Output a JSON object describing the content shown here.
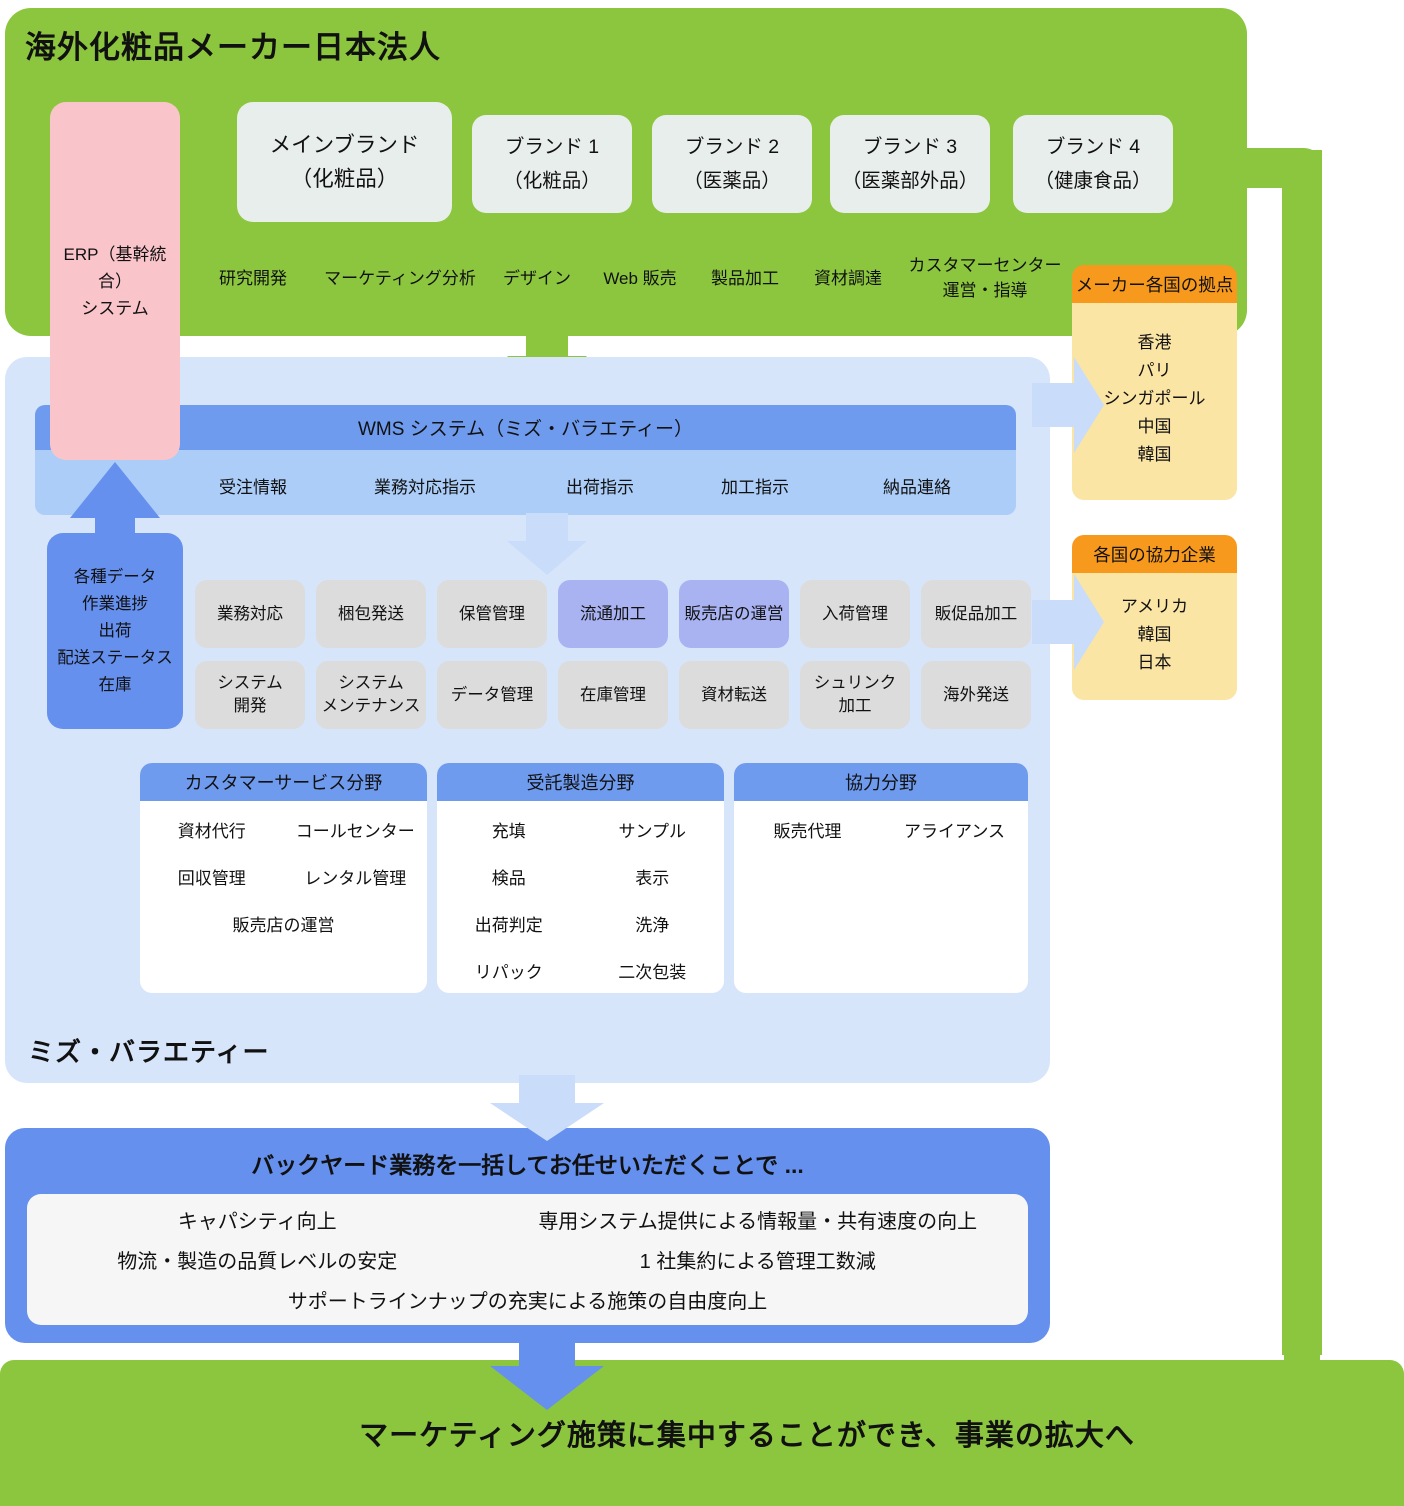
{
  "company": {
    "title": "海外化粧品メーカー日本法人",
    "erp_system": "ERP（基幹統合）\nシステム",
    "brands": [
      {
        "name": "メインブランド",
        "category": "（化粧品）"
      },
      {
        "name": "ブランド 1",
        "category": "（化粧品）"
      },
      {
        "name": "ブランド 2",
        "category": "（医薬品）"
      },
      {
        "name": "ブランド 3",
        "category": "（医薬部外品）"
      },
      {
        "name": "ブランド 4",
        "category": "（健康食品）"
      }
    ],
    "functions": [
      "研究開発",
      "マーケティング分析",
      "デザイン",
      "Web 販売",
      "製品加工",
      "資材調達",
      "カスタマーセンター\n運営・指導"
    ]
  },
  "wms": {
    "title": "WMS システム（ミズ・バラエティー）",
    "flows": [
      "受注情報",
      "業務対応指示",
      "出荷指示",
      "加工指示",
      "納品連絡"
    ]
  },
  "data_box": "各種データ\n作業進捗\n出荷\n配送ステータス\n在庫",
  "grid": {
    "row1": [
      "業務対応",
      "梱包発送",
      "保管管理",
      "流通加工",
      "販売店の運営",
      "入荷管理",
      "販促品加工"
    ],
    "row2": [
      "システム\n開発",
      "システム\nメンテナンス",
      "データ管理",
      "在庫管理",
      "資材転送",
      "シュリンク\n加工",
      "海外発送"
    ]
  },
  "sections": [
    {
      "title": "カスタマーサービス分野",
      "rows": [
        [
          "資材代行",
          "コールセンター"
        ],
        [
          "回収管理",
          "レンタル管理"
        ],
        [
          "販売店の運営"
        ]
      ]
    },
    {
      "title": "受託製造分野",
      "rows": [
        [
          "充填",
          "サンプル"
        ],
        [
          "検品",
          "表示"
        ],
        [
          "出荷判定",
          "洗浄"
        ],
        [
          "リパック",
          "二次包装"
        ]
      ]
    },
    {
      "title": "協力分野",
      "rows": [
        [
          "販売代理",
          "アライアンス"
        ]
      ]
    }
  ],
  "bases": [
    {
      "title": "メーカー各国の拠点",
      "items": [
        "香港",
        "パリ",
        "シンガポール",
        "中国",
        "韓国"
      ]
    },
    {
      "title": "各国の協力企業",
      "items": [
        "アメリカ",
        "韓国",
        "日本"
      ]
    }
  ],
  "mizu_label": "ミズ・バラエティー",
  "promo": {
    "title": "バックヤード業務を一括してお任せいただくことで ...",
    "benefits_row1": [
      "キャパシティ向上",
      "専用システム提供による情報量・共有速度の向上"
    ],
    "benefits_row2": [
      "物流・製造の品質レベルの安定",
      "1 社集約による管理工数減"
    ],
    "benefits_row3": [
      "サポートラインナップの充実による施策の自由度向上"
    ]
  },
  "footer": "マーケティング施策に集中することができ、事業の拡大へ",
  "colors": {
    "green": "#8cc63f",
    "panel_blue": "#d6e5fa",
    "band_blue": "#abcdf8",
    "header_blue": "#6f9bef",
    "mid_blue": "#6590ee",
    "light_arrow_blue": "#c9dcf9",
    "gray_box": "#dcdcdc",
    "purple_box": "#a9b3f2",
    "pink": "#fac5ca",
    "brand_box": "#e8eeeb",
    "orange": "#f7991d",
    "orange_body": "#fbe5a4"
  }
}
